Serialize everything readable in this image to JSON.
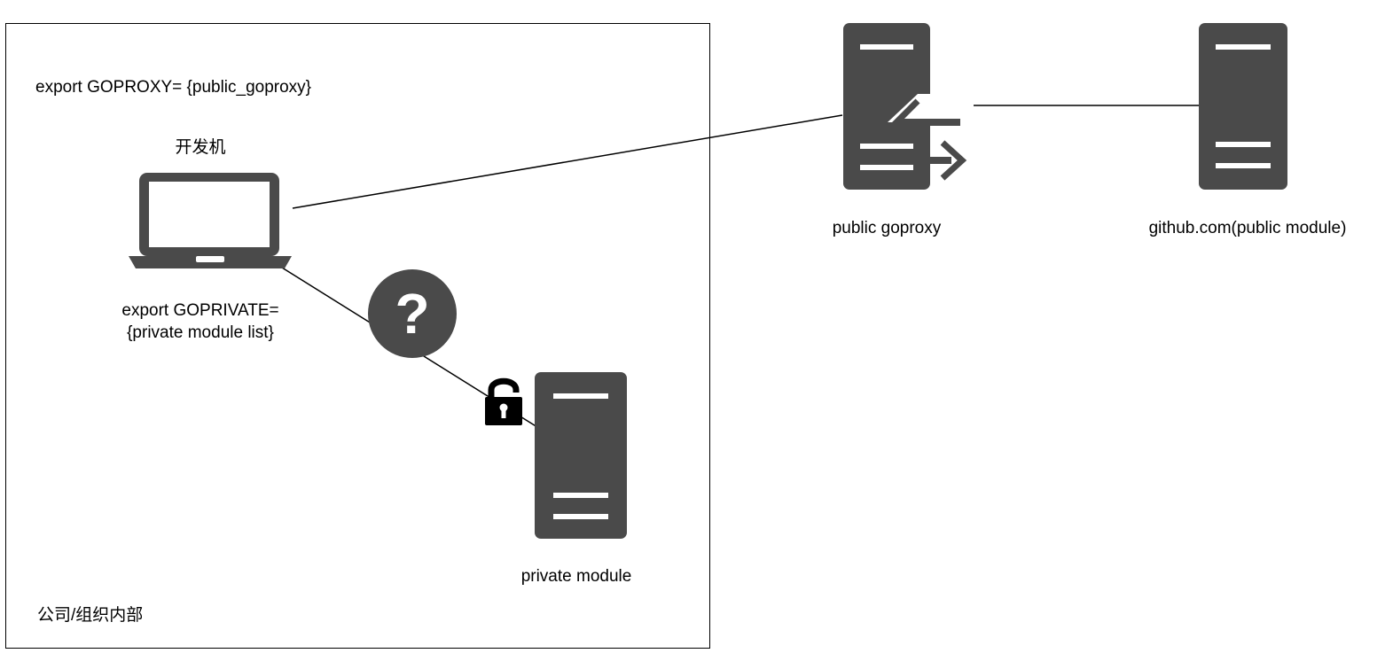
{
  "boundary": {
    "label": "公司/组织内部"
  },
  "dev_machine": {
    "title": "开发机",
    "goproxy_env": "export GOPROXY= {public_goproxy}",
    "goprivate_line1": "export GOPRIVATE=",
    "goprivate_line2": "{private module list}"
  },
  "public_goproxy": {
    "label": "public goproxy"
  },
  "github": {
    "label": "github.com(public module)"
  },
  "private_module": {
    "label": "private module"
  },
  "question": {
    "symbol": "?"
  },
  "colors": {
    "server": "#4a4a4a",
    "line": "#000000",
    "boundary": "#000000"
  },
  "icons": {
    "dev_machine": "laptop-icon",
    "public_goproxy": "proxy-server-icon",
    "github": "server-icon",
    "private_module": "server-icon",
    "lock": "lock-icon",
    "question": "question-icon"
  }
}
